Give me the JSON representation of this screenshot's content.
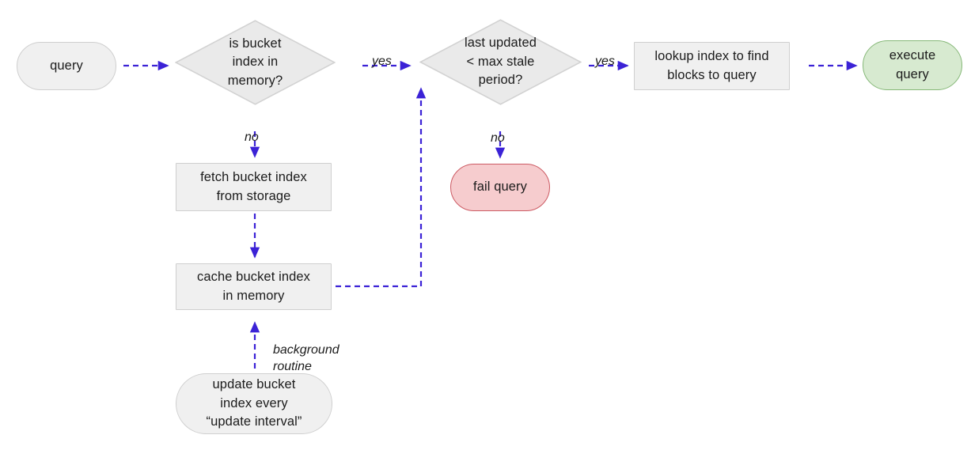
{
  "diagram": {
    "title": "bucket index query flow",
    "colors": {
      "edge": "#3b22d6",
      "node_fill": "#f0f0f0",
      "node_stroke": "#cfcfcf",
      "success_fill": "#d7ead0",
      "success_stroke": "#86b878",
      "error_fill": "#f6ccce",
      "error_stroke": "#cc5a63",
      "text": "#1b1b1b",
      "background": "#ffffff"
    },
    "nodes": {
      "query": {
        "label": "query",
        "shape": "terminator"
      },
      "is_bucket_index_in_memory": {
        "label": "is bucket\nindex in\nmemory?",
        "shape": "decision"
      },
      "fetch_bucket_index": {
        "label": "fetch bucket index\nfrom storage",
        "shape": "process"
      },
      "cache_bucket_index": {
        "label": "cache bucket index\nin memory",
        "shape": "process"
      },
      "update_bucket_index": {
        "label": "update bucket\nindex every\n“update interval”",
        "shape": "terminator"
      },
      "last_updated_max_stale": {
        "label": "last updated\n< max stale\nperiod?",
        "shape": "decision"
      },
      "fail_query": {
        "label": "fail query",
        "shape": "terminator"
      },
      "lookup_index": {
        "label": "lookup index to find\nblocks to query",
        "shape": "process"
      },
      "execute_query": {
        "label": "execute\nquery",
        "shape": "terminator"
      }
    },
    "edge_labels": {
      "memory_no": "no",
      "memory_yes": "yes",
      "stale_no": "no",
      "stale_yes": "yes",
      "background_routine": "background\nroutine"
    }
  }
}
